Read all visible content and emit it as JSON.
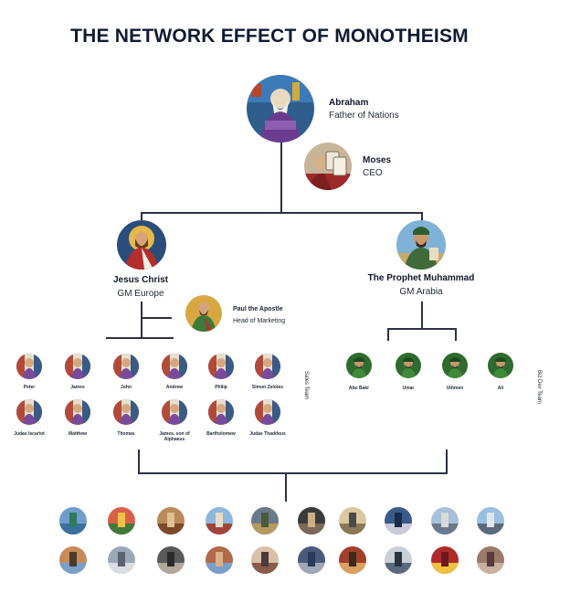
{
  "title": "THE NETWORK EFFECT OF MONOTHEISM",
  "abraham": {
    "name": "Abraham",
    "role": "Father of Nations"
  },
  "moses": {
    "name": "Moses",
    "role": "CEO"
  },
  "jesus": {
    "name": "Jesus Christ",
    "role": "GM Europe"
  },
  "muhammad": {
    "name": "The Prophet Muhammad",
    "role": "GM Arabia"
  },
  "paul": {
    "name": "Paul the Apostle",
    "role": "Head of Marketing"
  },
  "sales_team": {
    "label": "Sales Team",
    "row1": [
      "Peter",
      "James",
      "John",
      "Andrew",
      "Philip",
      "Simon Zelotes"
    ],
    "row2": [
      "Judas Iscariot",
      "Matthew",
      "Thomas",
      "James, son of Alphaeus",
      "Bartholomew",
      "Judas Thaddeus"
    ]
  },
  "biz_dev_team": {
    "label": "Biz Dev Team",
    "members": [
      "Abu Bakr",
      "Umar",
      "Uthmen",
      "Ali"
    ]
  },
  "photos": {
    "row1": [
      "statue-of-liberty",
      "tulips",
      "gothic-interior",
      "london-parliament",
      "buddha-statue",
      "cathedral-crowd",
      "western-wall",
      "church-facade",
      "harbor-city",
      "city-skyline"
    ],
    "row2": [
      "minaret-tower",
      "empire-state",
      "sculpture",
      "colosseum",
      "crowd-portrait",
      "tower-bridge",
      "market-street",
      "eiffel-tower",
      "red-lanterns",
      "saint-painting"
    ]
  }
}
